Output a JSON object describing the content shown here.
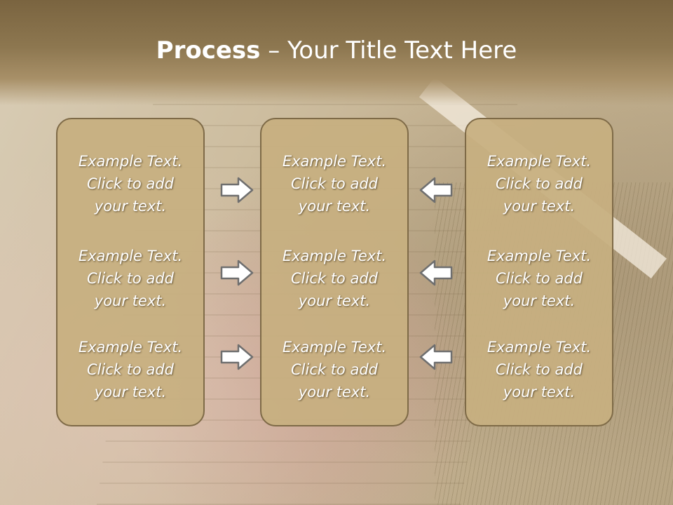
{
  "title": {
    "bold": "Process",
    "separator": " – ",
    "rest": "Your Title Text Here"
  },
  "columns": [
    {
      "items": [
        {
          "line1": "Example Text.",
          "line2": "Click  to add",
          "line3": "your text."
        },
        {
          "line1": "Example Text.",
          "line2": "Click  to add",
          "line3": "your text."
        },
        {
          "line1": "Example Text.",
          "line2": "Click  to add",
          "line3": "your text."
        }
      ]
    },
    {
      "items": [
        {
          "line1": "Example Text.",
          "line2": "Click  to add",
          "line3": "your text."
        },
        {
          "line1": "Example Text.",
          "line2": "Click  to add",
          "line3": "your text."
        },
        {
          "line1": "Example Text.",
          "line2": "Click  to add",
          "line3": "your text."
        }
      ]
    },
    {
      "items": [
        {
          "line1": "Example Text.",
          "line2": "Click  to add",
          "line3": "your text."
        },
        {
          "line1": "Example Text.",
          "line2": "Click  to add",
          "line3": "your text."
        },
        {
          "line1": "Example Text.",
          "line2": "Click  to add",
          "line3": "your text."
        }
      ]
    }
  ],
  "arrows": {
    "left_group": [
      "arrow-right-icon",
      "arrow-right-icon",
      "arrow-right-icon"
    ],
    "right_group": [
      "arrow-left-icon",
      "arrow-left-icon",
      "arrow-left-icon"
    ]
  },
  "colors": {
    "title_band": "#8d7750",
    "card_fill": "#c7af80",
    "card_border": "#7e6a47",
    "text": "#ffffff"
  }
}
